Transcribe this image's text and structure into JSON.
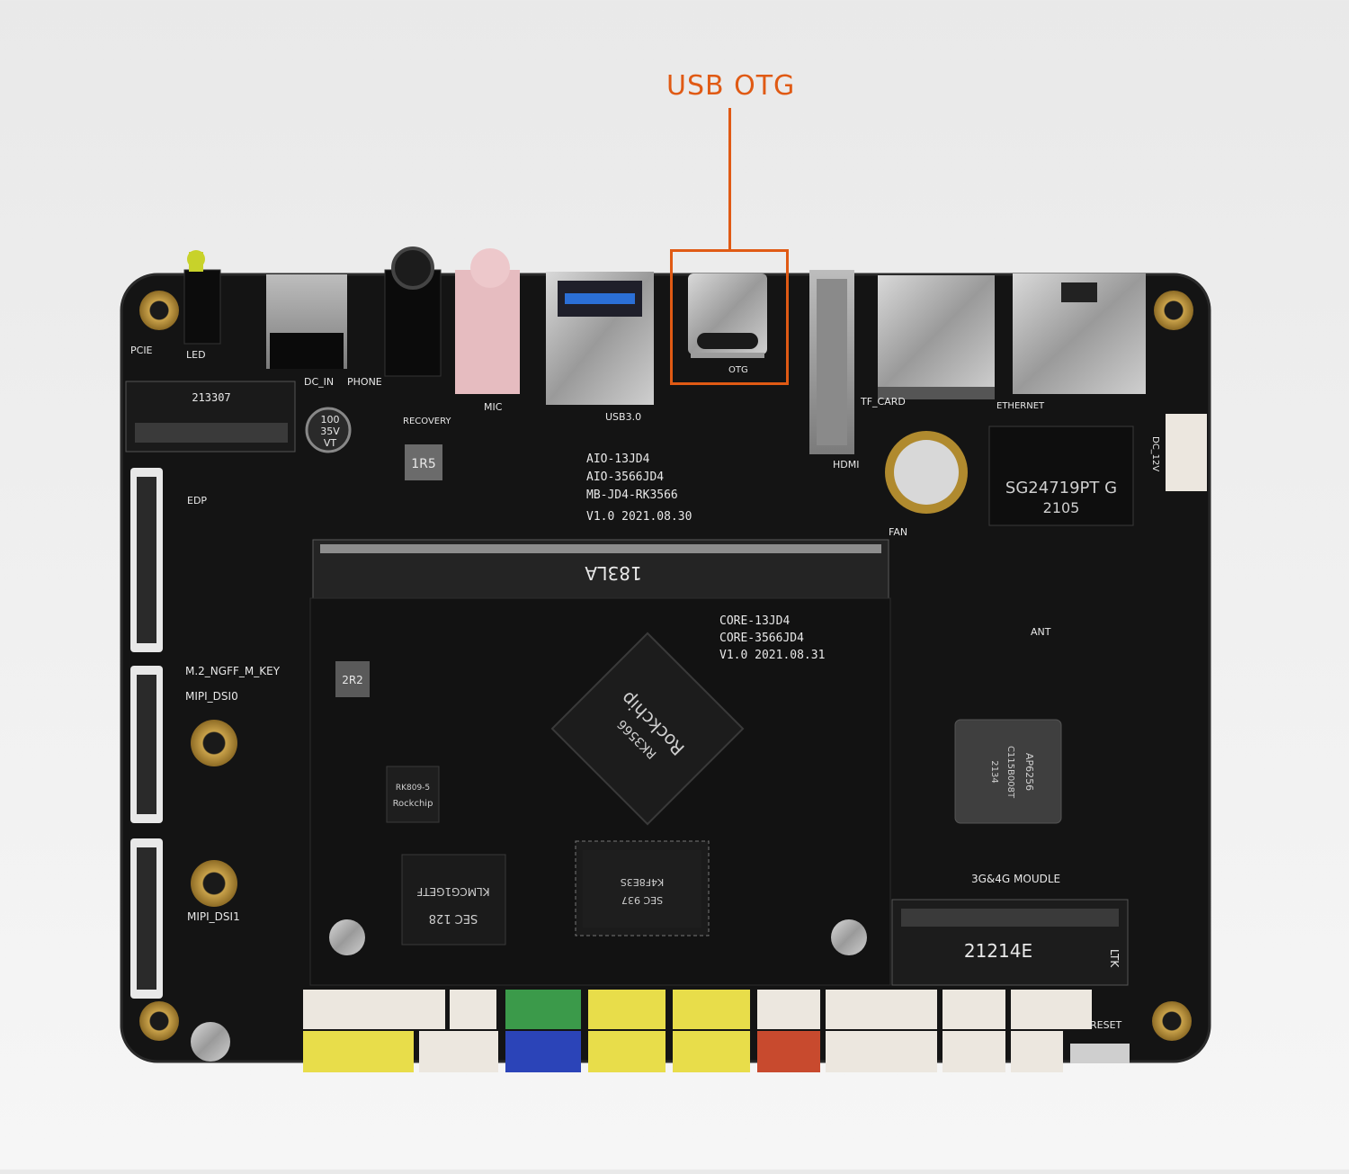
{
  "annotation": {
    "label": "USB OTG",
    "color": "#e05a14"
  },
  "board": {
    "silkscreen": {
      "pcie": "PCIE",
      "led": "LED",
      "dc_in": "DC_IN",
      "phone": "PHONE",
      "recovery": "RECOVERY",
      "mic": "MIC",
      "usb3": "USB3.0",
      "otg": "OTG",
      "tf_card": "TF_CARD",
      "ethernet": "ETHERNET",
      "dc_12v": "DC_12V",
      "hdmi": "HDMI",
      "fan": "FAN",
      "edp": "EDP",
      "m2_ngff": "M.2_NGFF_M_KEY",
      "mipi_dsi0": "MIPI_DSI0",
      "mipi_dsi1": "MIPI_DSI1",
      "ant": "ANT",
      "module_3g4g": "3G&4G MOUDLE",
      "reset": "RESET",
      "mb_line1": "AIO-13JD4",
      "mb_line2": "AIO-3566JD4",
      "mb_line3": "MB-JD4-RK3566",
      "mb_line4": "V1.0 2021.08.30",
      "core_line1": "CORE-13JD4",
      "core_line2": "CORE-3566JD4",
      "core_line3": "V1.0 2021.08.31",
      "so_dimm": "183LA",
      "cap_line1": "100",
      "cap_line2": "35V",
      "cap_line3": "VT",
      "inductor": "1R5",
      "mpcie": "21214E",
      "ltk": "LTK",
      "m2_marking": "213307"
    },
    "chips": {
      "soc_brand": "Rockchip",
      "soc_model": "RK3566",
      "eth_xfmr_line1": "SG24719PT G",
      "eth_xfmr_line2": "2105",
      "wifi_line1": "AP6256",
      "wifi_line2": "C115B008T",
      "wifi_line3": "2134",
      "emmc_line1": "SEC 128",
      "emmc_line2": "KLMCG1GETF",
      "ram_line1": "SEC 937",
      "ram_line2": "K4F8E3S",
      "pmic_line1": "RK809-5",
      "pmic_brand": "Rockchip",
      "inductor_2r2": "2R2"
    }
  }
}
